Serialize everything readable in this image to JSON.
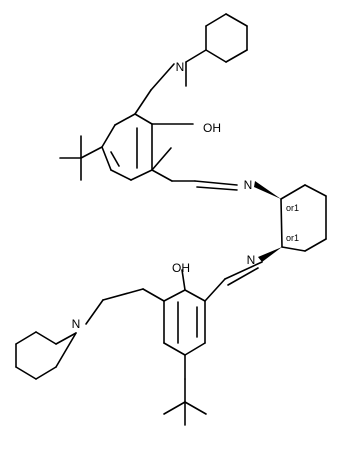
{
  "diagram": {
    "kind": "chemical-structure",
    "atom_labels": {
      "n_piperidine_top": "N",
      "oh_top": "OH",
      "n_imine_top": "N",
      "n_imine_bottom": "N",
      "oh_bottom": "OH",
      "n_piperidine_bottom": "N"
    },
    "stereo_labels": {
      "upper": "or1",
      "lower": "or1"
    },
    "colors": {
      "bond": "#000000",
      "background": "#ffffff"
    }
  }
}
